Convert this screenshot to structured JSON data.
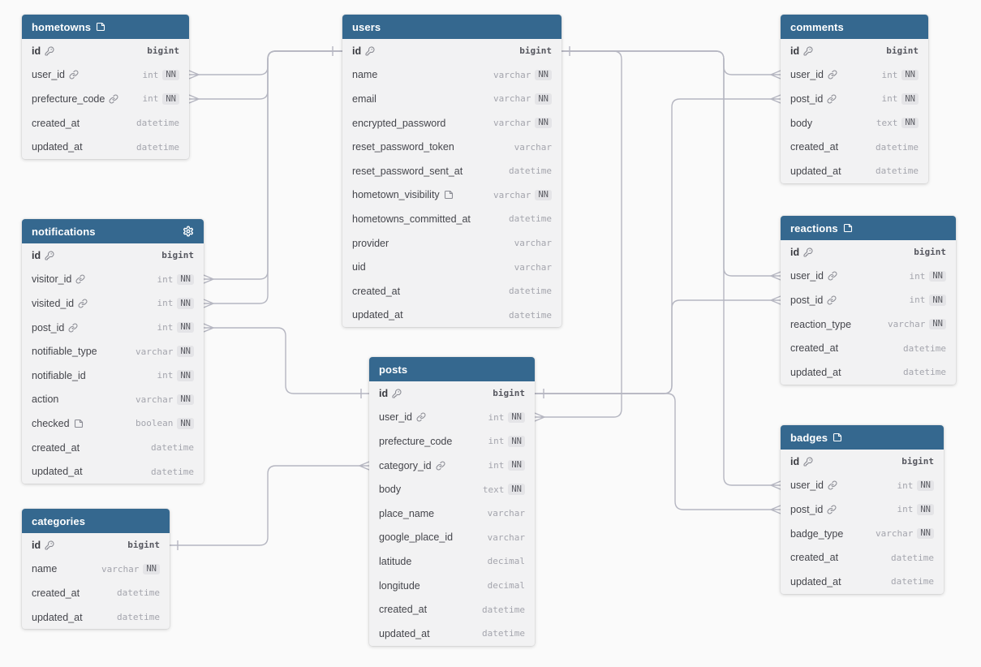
{
  "labels": {
    "not_null": "NN"
  },
  "colors": {
    "header_bg": "#35688f",
    "card_bg": "#f2f2f3",
    "edge": "#b5b6c1",
    "page_bg": "#fafafa"
  },
  "diagram": {
    "tables": [
      {
        "id": "hometowns",
        "title": "hometowns",
        "header_icons": [
          "note"
        ],
        "fields": [
          {
            "name": "id",
            "icon": "key",
            "pk": true,
            "type": "bigint",
            "nn": false
          },
          {
            "name": "user_id",
            "icon": "link",
            "pk": false,
            "type": "int",
            "nn": true
          },
          {
            "name": "prefecture_code",
            "icon": "link",
            "pk": false,
            "type": "int",
            "nn": true
          },
          {
            "name": "created_at",
            "icon": null,
            "pk": false,
            "type": "datetime",
            "nn": false
          },
          {
            "name": "updated_at",
            "icon": null,
            "pk": false,
            "type": "datetime",
            "nn": false
          }
        ]
      },
      {
        "id": "notifications",
        "title": "notifications",
        "header_icons": [
          "gear-right"
        ],
        "fields": [
          {
            "name": "id",
            "icon": "key",
            "pk": true,
            "type": "bigint",
            "nn": false
          },
          {
            "name": "visitor_id",
            "icon": "link",
            "pk": false,
            "type": "int",
            "nn": true
          },
          {
            "name": "visited_id",
            "icon": "link",
            "pk": false,
            "type": "int",
            "nn": true
          },
          {
            "name": "post_id",
            "icon": "link",
            "pk": false,
            "type": "int",
            "nn": true
          },
          {
            "name": "notifiable_type",
            "icon": null,
            "pk": false,
            "type": "varchar",
            "nn": true
          },
          {
            "name": "notifiable_id",
            "icon": null,
            "pk": false,
            "type": "int",
            "nn": true
          },
          {
            "name": "action",
            "icon": null,
            "pk": false,
            "type": "varchar",
            "nn": true
          },
          {
            "name": "checked",
            "icon": "note",
            "pk": false,
            "type": "boolean",
            "nn": true
          },
          {
            "name": "created_at",
            "icon": null,
            "pk": false,
            "type": "datetime",
            "nn": false
          },
          {
            "name": "updated_at",
            "icon": null,
            "pk": false,
            "type": "datetime",
            "nn": false
          }
        ]
      },
      {
        "id": "categories",
        "title": "categories",
        "header_icons": [],
        "fields": [
          {
            "name": "id",
            "icon": "key",
            "pk": true,
            "type": "bigint",
            "nn": false
          },
          {
            "name": "name",
            "icon": null,
            "pk": false,
            "type": "varchar",
            "nn": true
          },
          {
            "name": "created_at",
            "icon": null,
            "pk": false,
            "type": "datetime",
            "nn": false
          },
          {
            "name": "updated_at",
            "icon": null,
            "pk": false,
            "type": "datetime",
            "nn": false
          }
        ]
      },
      {
        "id": "users",
        "title": "users",
        "header_icons": [],
        "fields": [
          {
            "name": "id",
            "icon": "key",
            "pk": true,
            "type": "bigint",
            "nn": false
          },
          {
            "name": "name",
            "icon": null,
            "pk": false,
            "type": "varchar",
            "nn": true
          },
          {
            "name": "email",
            "icon": null,
            "pk": false,
            "type": "varchar",
            "nn": true
          },
          {
            "name": "encrypted_password",
            "icon": null,
            "pk": false,
            "type": "varchar",
            "nn": true
          },
          {
            "name": "reset_password_token",
            "icon": null,
            "pk": false,
            "type": "varchar",
            "nn": false
          },
          {
            "name": "reset_password_sent_at",
            "icon": null,
            "pk": false,
            "type": "datetime",
            "nn": false
          },
          {
            "name": "hometown_visibility",
            "icon": "note",
            "pk": false,
            "type": "varchar",
            "nn": true
          },
          {
            "name": "hometowns_committed_at",
            "icon": null,
            "pk": false,
            "type": "datetime",
            "nn": false
          },
          {
            "name": "provider",
            "icon": null,
            "pk": false,
            "type": "varchar",
            "nn": false
          },
          {
            "name": "uid",
            "icon": null,
            "pk": false,
            "type": "varchar",
            "nn": false
          },
          {
            "name": "created_at",
            "icon": null,
            "pk": false,
            "type": "datetime",
            "nn": false
          },
          {
            "name": "updated_at",
            "icon": null,
            "pk": false,
            "type": "datetime",
            "nn": false
          }
        ]
      },
      {
        "id": "posts",
        "title": "posts",
        "header_icons": [],
        "fields": [
          {
            "name": "id",
            "icon": "key",
            "pk": true,
            "type": "bigint",
            "nn": false
          },
          {
            "name": "user_id",
            "icon": "link",
            "pk": false,
            "type": "int",
            "nn": true
          },
          {
            "name": "prefecture_code",
            "icon": null,
            "pk": false,
            "type": "int",
            "nn": true
          },
          {
            "name": "category_id",
            "icon": "link",
            "pk": false,
            "type": "int",
            "nn": true
          },
          {
            "name": "body",
            "icon": null,
            "pk": false,
            "type": "text",
            "nn": true
          },
          {
            "name": "place_name",
            "icon": null,
            "pk": false,
            "type": "varchar",
            "nn": false
          },
          {
            "name": "google_place_id",
            "icon": null,
            "pk": false,
            "type": "varchar",
            "nn": false
          },
          {
            "name": "latitude",
            "icon": null,
            "pk": false,
            "type": "decimal",
            "nn": false
          },
          {
            "name": "longitude",
            "icon": null,
            "pk": false,
            "type": "decimal",
            "nn": false
          },
          {
            "name": "created_at",
            "icon": null,
            "pk": false,
            "type": "datetime",
            "nn": false
          },
          {
            "name": "updated_at",
            "icon": null,
            "pk": false,
            "type": "datetime",
            "nn": false
          }
        ]
      },
      {
        "id": "comments",
        "title": "comments",
        "header_icons": [],
        "fields": [
          {
            "name": "id",
            "icon": "key",
            "pk": true,
            "type": "bigint",
            "nn": false
          },
          {
            "name": "user_id",
            "icon": "link",
            "pk": false,
            "type": "int",
            "nn": true
          },
          {
            "name": "post_id",
            "icon": "link",
            "pk": false,
            "type": "int",
            "nn": true
          },
          {
            "name": "body",
            "icon": null,
            "pk": false,
            "type": "text",
            "nn": true
          },
          {
            "name": "created_at",
            "icon": null,
            "pk": false,
            "type": "datetime",
            "nn": false
          },
          {
            "name": "updated_at",
            "icon": null,
            "pk": false,
            "type": "datetime",
            "nn": false
          }
        ]
      },
      {
        "id": "reactions",
        "title": "reactions",
        "header_icons": [
          "note"
        ],
        "fields": [
          {
            "name": "id",
            "icon": "key",
            "pk": true,
            "type": "bigint",
            "nn": false
          },
          {
            "name": "user_id",
            "icon": "link",
            "pk": false,
            "type": "int",
            "nn": true
          },
          {
            "name": "post_id",
            "icon": "link",
            "pk": false,
            "type": "int",
            "nn": true
          },
          {
            "name": "reaction_type",
            "icon": null,
            "pk": false,
            "type": "varchar",
            "nn": true
          },
          {
            "name": "created_at",
            "icon": null,
            "pk": false,
            "type": "datetime",
            "nn": false
          },
          {
            "name": "updated_at",
            "icon": null,
            "pk": false,
            "type": "datetime",
            "nn": false
          }
        ]
      },
      {
        "id": "badges",
        "title": "badges",
        "header_icons": [
          "note"
        ],
        "fields": [
          {
            "name": "id",
            "icon": "key",
            "pk": true,
            "type": "bigint",
            "nn": false
          },
          {
            "name": "user_id",
            "icon": "link",
            "pk": false,
            "type": "int",
            "nn": true
          },
          {
            "name": "post_id",
            "icon": "link",
            "pk": false,
            "type": "int",
            "nn": true
          },
          {
            "name": "badge_type",
            "icon": null,
            "pk": false,
            "type": "varchar",
            "nn": true
          },
          {
            "name": "created_at",
            "icon": null,
            "pk": false,
            "type": "datetime",
            "nn": false
          },
          {
            "name": "updated_at",
            "icon": null,
            "pk": false,
            "type": "datetime",
            "nn": false
          }
        ]
      }
    ],
    "relationships": [
      {
        "from": "users.id",
        "to": "hometowns.user_id",
        "cardinality": "one-to-many"
      },
      {
        "from": "users.id",
        "to": "hometowns.prefecture_code",
        "cardinality": "one-to-many"
      },
      {
        "from": "users.id",
        "to": "notifications.visitor_id",
        "cardinality": "one-to-many"
      },
      {
        "from": "users.id",
        "to": "notifications.visited_id",
        "cardinality": "one-to-many"
      },
      {
        "from": "posts.id",
        "to": "notifications.post_id",
        "cardinality": "one-to-many"
      },
      {
        "from": "categories.id",
        "to": "posts.category_id",
        "cardinality": "one-to-many"
      },
      {
        "from": "users.id",
        "to": "posts.user_id",
        "cardinality": "one-to-many"
      },
      {
        "from": "users.id",
        "to": "comments.user_id",
        "cardinality": "one-to-many"
      },
      {
        "from": "posts.id",
        "to": "comments.post_id",
        "cardinality": "one-to-many"
      },
      {
        "from": "users.id",
        "to": "reactions.user_id",
        "cardinality": "one-to-many"
      },
      {
        "from": "posts.id",
        "to": "reactions.post_id",
        "cardinality": "one-to-many"
      },
      {
        "from": "users.id",
        "to": "badges.user_id",
        "cardinality": "one-to-many"
      },
      {
        "from": "posts.id",
        "to": "badges.post_id",
        "cardinality": "one-to-many"
      }
    ]
  }
}
